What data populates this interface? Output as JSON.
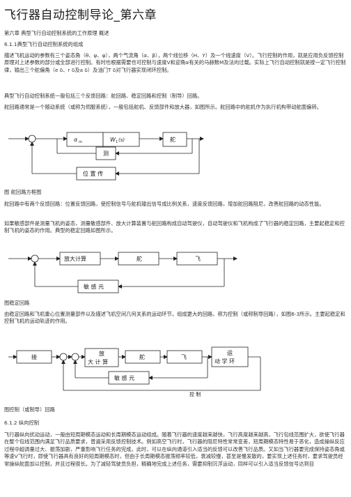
{
  "title": "飞行器自动控制导论_第六章",
  "paragraphs": {
    "p1": "第六章 典型飞行自动控制系统的工作原理 概述",
    "h611": "6.1.1典型飞行自动控制系统的组成",
    "p2": "描述飞机运动的参数有三个姿态角（θ、ψ、φ），两个气流角（α、β），两个线位移（H、Y）及一个线速度（V）。飞行控制的作用，就是应用负反馈控制原理对上述参数的部分或全部进行控制。有时也根据需要也可控制与速度V和迎角α有关的马赫数M及法向过载。实际上飞行自动控制就是按一定飞行控制律，输出三个舵偏角（e δ、r δ及a δ）及油门T δ对飞行器实现闭环控制。",
    "p3": "典型飞行自动控制系统一般包括三个反馈回路：舵回路、稳定回路和控制（制导）回路。",
    "p4": "舵回路通常是一个随动系统（或称为伺服系统），一般包括舵机、反馈部件和放大器，如图所示。舵回路中的舵机作为执行机构带动舵面偏转。",
    "cap1": "图 舵回路方框图",
    "p5": "舵回路中有两个反馈回路：位置反馈回路，使控制信号与舵机输出信号成比例关系，速度反馈回路，增加舵回路阻尼，改善舵回路的动态性能。",
    "p6": "如果敏感部件是测量飞机的姿态，测量敏感部件、放大计算装置与舵回路构成自动驾驶仪，自动驾驶仪和飞机构成了飞行器的稳定回路，主要起稳定和控制飞机的姿态的作用。典型的稳定回路如图所示。",
    "cap2": "图稳定回路",
    "p7": "由稳定回路和飞机重心位置测量部件以及描述飞机空间几何关系的运动环节，组成更大的回路，称为控制（或称制导回路），如图6-3所示。主要起稳定和控制飞机的运动轨迹的作用。",
    "cap3": "图控制（或制导）回路",
    "h612": "6.1.2 纵向控制",
    "p8": "飞行器纵向扰动运动，一般由短周期模态运动和长周期模态运动组成。随着飞行器的速度越来越快，飞行高度越来越高，飞行包线范围扩大，欲使飞行器在整个包线范围内满足飞行品质要求，普遍采用反馈控制技术。例如高空飞行时，飞行器的阻尼特性常常变差，短周期模态特性易于恶化，造成操纵反应过程中超调量过大、振荡加剧，严重影响飞行任务的完成，此时，可以在纵向通道引入适当的反馈可以改善飞行品质。又如当飞行器要完成保持姿态角或等速V飞行时，即使飞行器具有良好的短周期模态时，但由于长周期模态振荡频率较低，衰减较慢，甚至是慢发散的，要实现上述任务时，要求驾驶员经常操纵舵面加以控制，并且过程很长。为了减轻驾驶员负担，精确地完成上述任务，需要抑制沉浮运动，同样可以引入适当反馈信号达到目"
  },
  "diagram1": {
    "alpha_main": "α",
    "alpha_sub": "m",
    "w_main": "W",
    "w_sub": "1",
    "w_arg": "(s)",
    "servo": "舵",
    "measure": "测",
    "position": "位 置 传"
  },
  "diagram2": {
    "amp": "放大计算",
    "servo": "舵",
    "plane": "飞",
    "sensor": "敏 感 元"
  },
  "diagram3": {
    "receiver": "接",
    "amp_line1": "放",
    "amp_line2": "大 计 算",
    "servo": "舵",
    "plane": "飞",
    "motion_line1": "运",
    "motion_line2": "动 学 环",
    "sensor": "敏 感 元",
    "control": "控 制"
  }
}
